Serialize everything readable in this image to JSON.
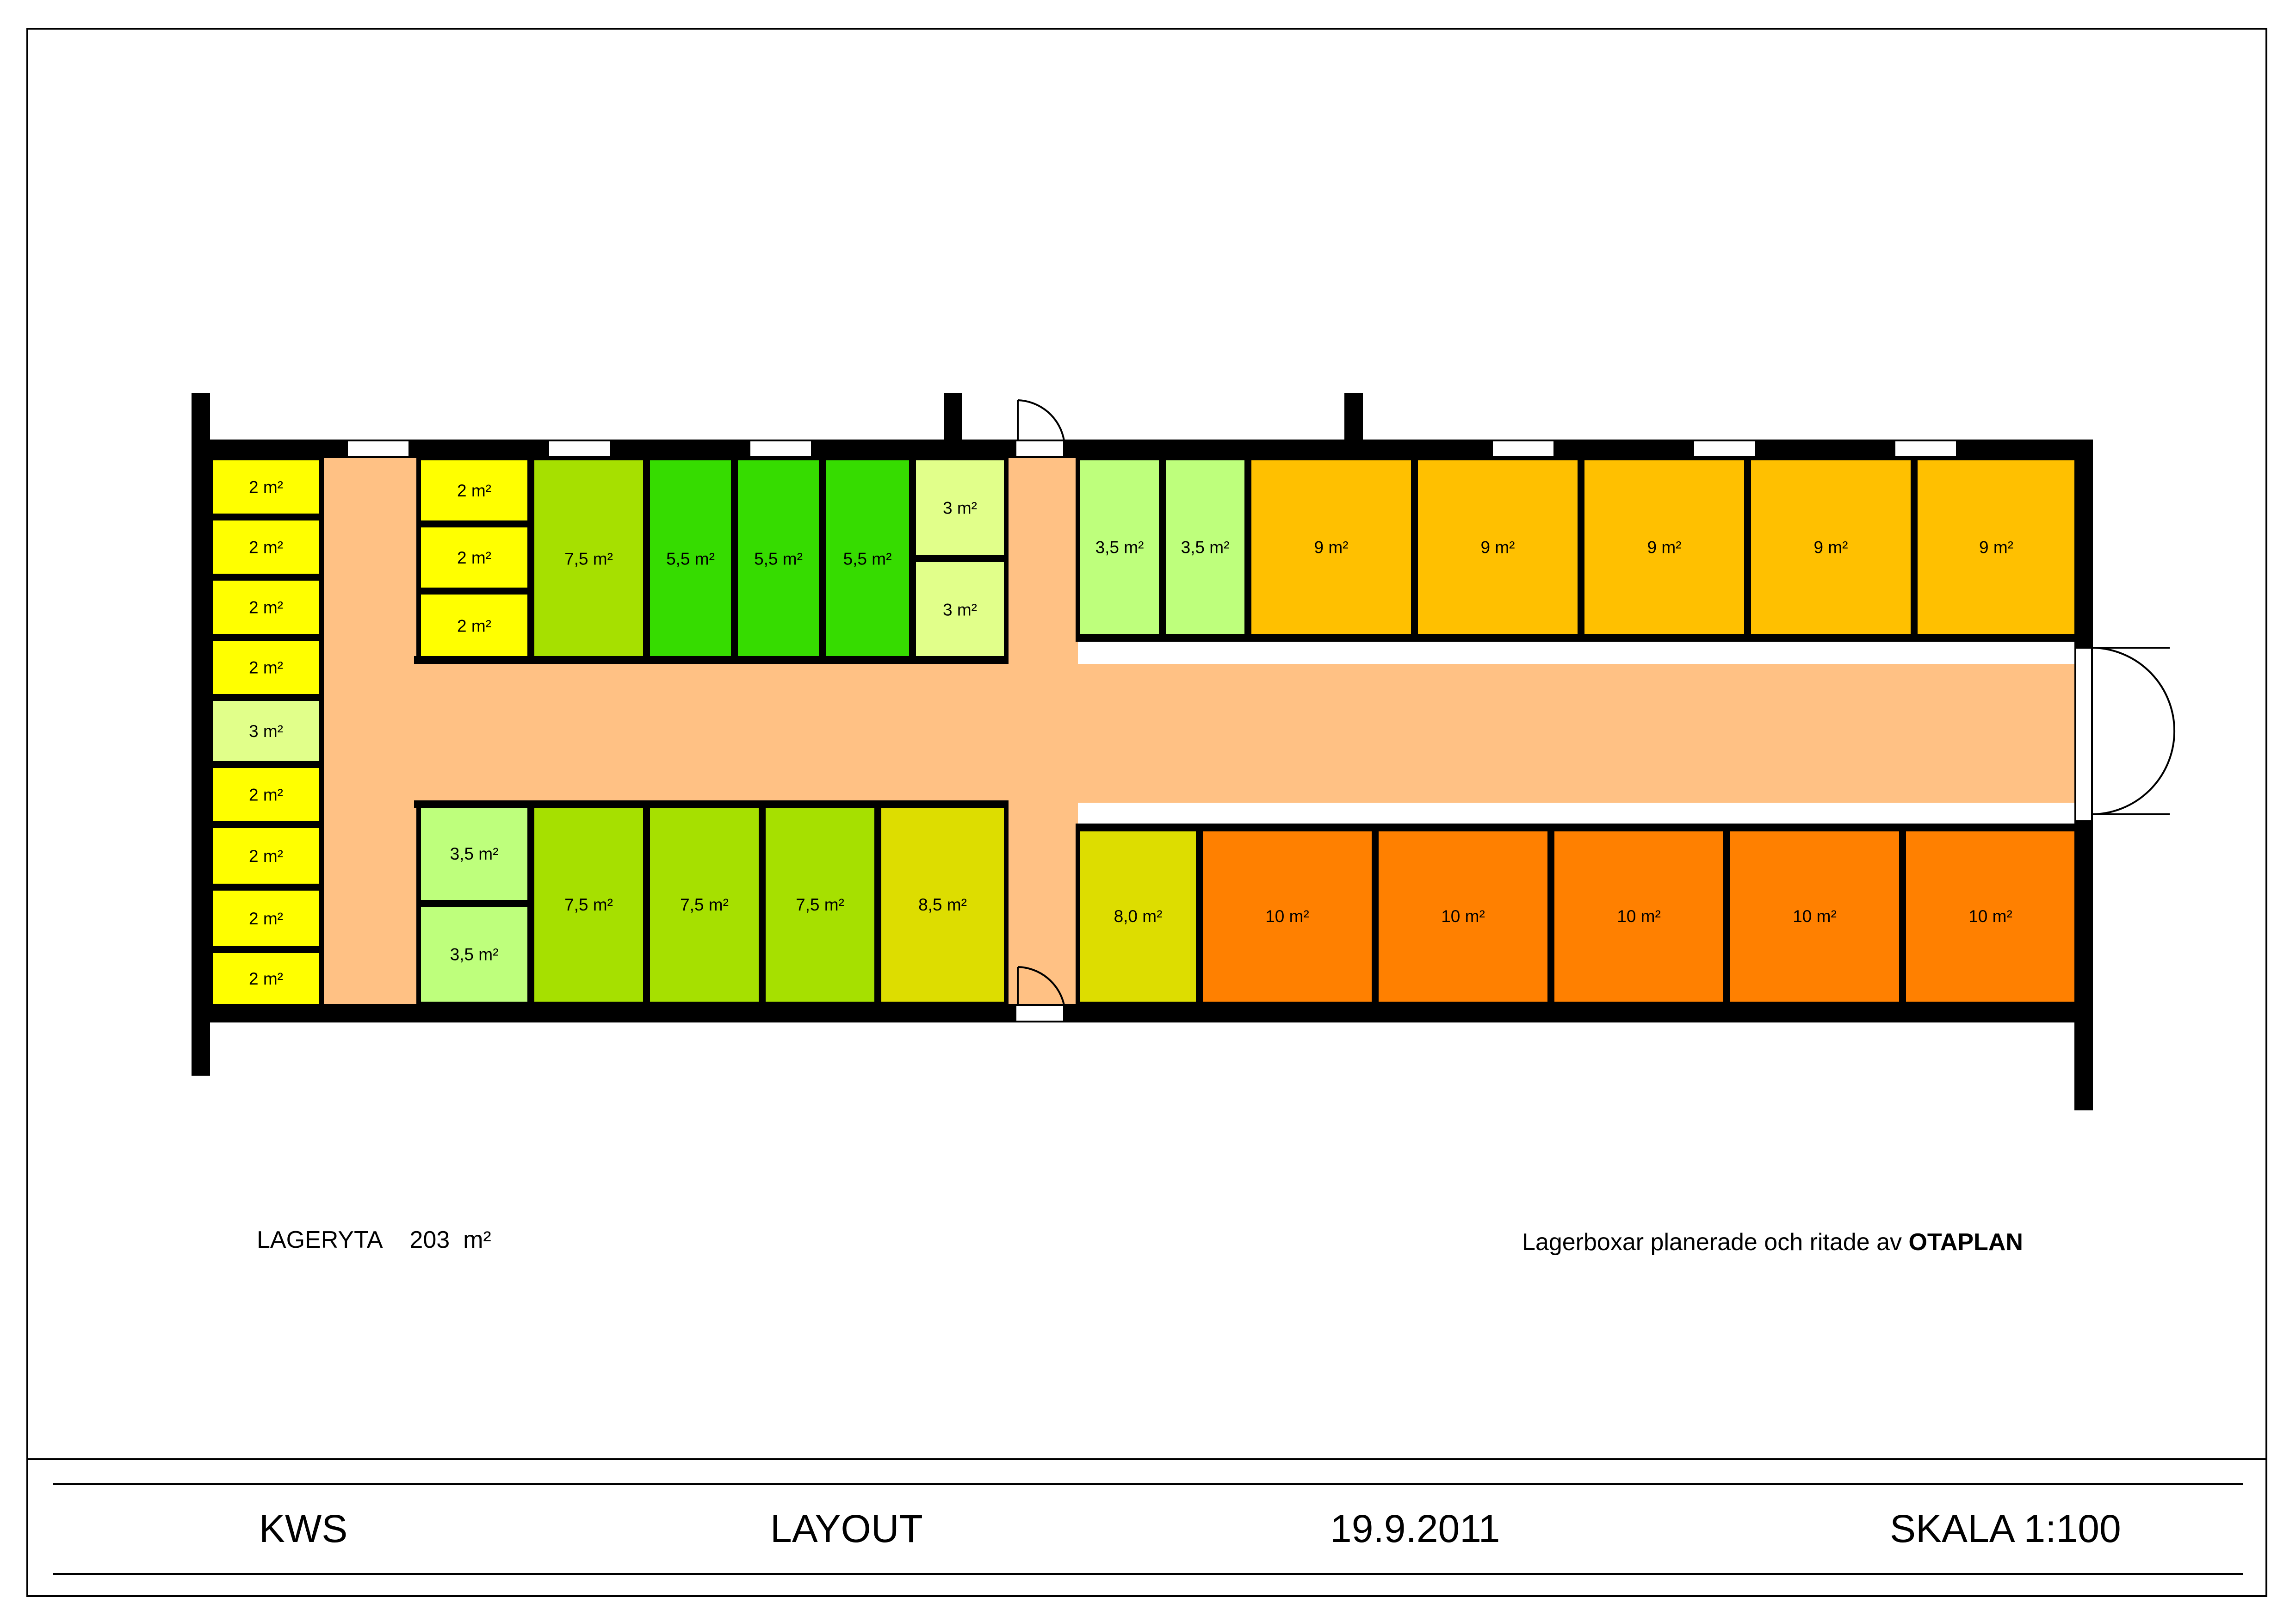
{
  "colors": {
    "yellow": "#FFFF00",
    "pale_green": "#E1FF8A",
    "light_green": "#BEFF7C",
    "lime": "#A6E000",
    "green": "#36DC00",
    "olive_yellow": "#DDDD00",
    "amber": "#FFC000",
    "orange": "#FF8000",
    "corridor": "#FFC184"
  },
  "boxes": {
    "left_column": [
      "2 m²",
      "2 m²",
      "2 m²",
      "2 m²",
      "3 m²",
      "2 m²",
      "2 m²",
      "2 m²",
      "2 m²"
    ],
    "upper_west": [
      "2 m²",
      "2 m²",
      "2 m²",
      "7,5 m²",
      "5,5 m²",
      "5,5 m²",
      "5,5 m²",
      "3 m²",
      "3 m²"
    ],
    "lower_west": [
      "3,5 m²",
      "3,5 m²",
      "7,5 m²",
      "7,5 m²",
      "7,5 m²",
      "8,5 m²"
    ],
    "upper_east": [
      "3,5 m²",
      "3,5 m²",
      "9 m²",
      "9 m²",
      "9 m²",
      "9 m²",
      "9 m²"
    ],
    "lower_east": [
      "8,0 m²",
      "10 m²",
      "10 m²",
      "10 m²",
      "10 m²",
      "10 m²"
    ]
  },
  "notes": {
    "area_label": "LAGERYTA",
    "area_value": "203",
    "area_unit": "m²",
    "credit_text": "Lagerboxar planerade och ritade av",
    "credit_brand": "OTAPLAN"
  },
  "title_block": {
    "client": "KWS",
    "drawing": "LAYOUT",
    "date": "19.9.2011",
    "scale": "SKALA 1:100"
  }
}
